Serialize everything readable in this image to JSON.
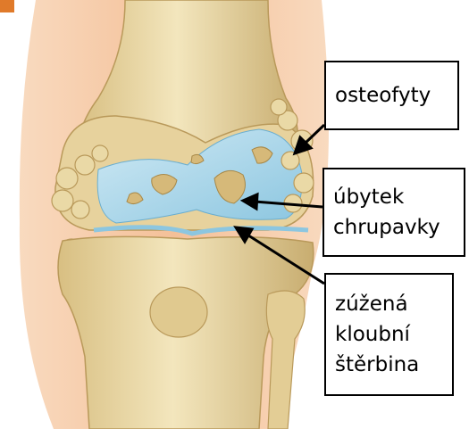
{
  "labels": {
    "osteophytes": "osteofyty",
    "cartilage_loss": [
      "úbytek",
      "chrupavky"
    ],
    "narrowed_gap": [
      "zúžená",
      "kloubní",
      "štěrbina"
    ]
  },
  "colors": {
    "background_skin": "#f6cba8",
    "bone": "#ead9a6",
    "bone_shadow": "#c9ad6e",
    "cartilage": "#a9d6ea",
    "accent_tab": "#e07a2a",
    "line": "#000000"
  }
}
